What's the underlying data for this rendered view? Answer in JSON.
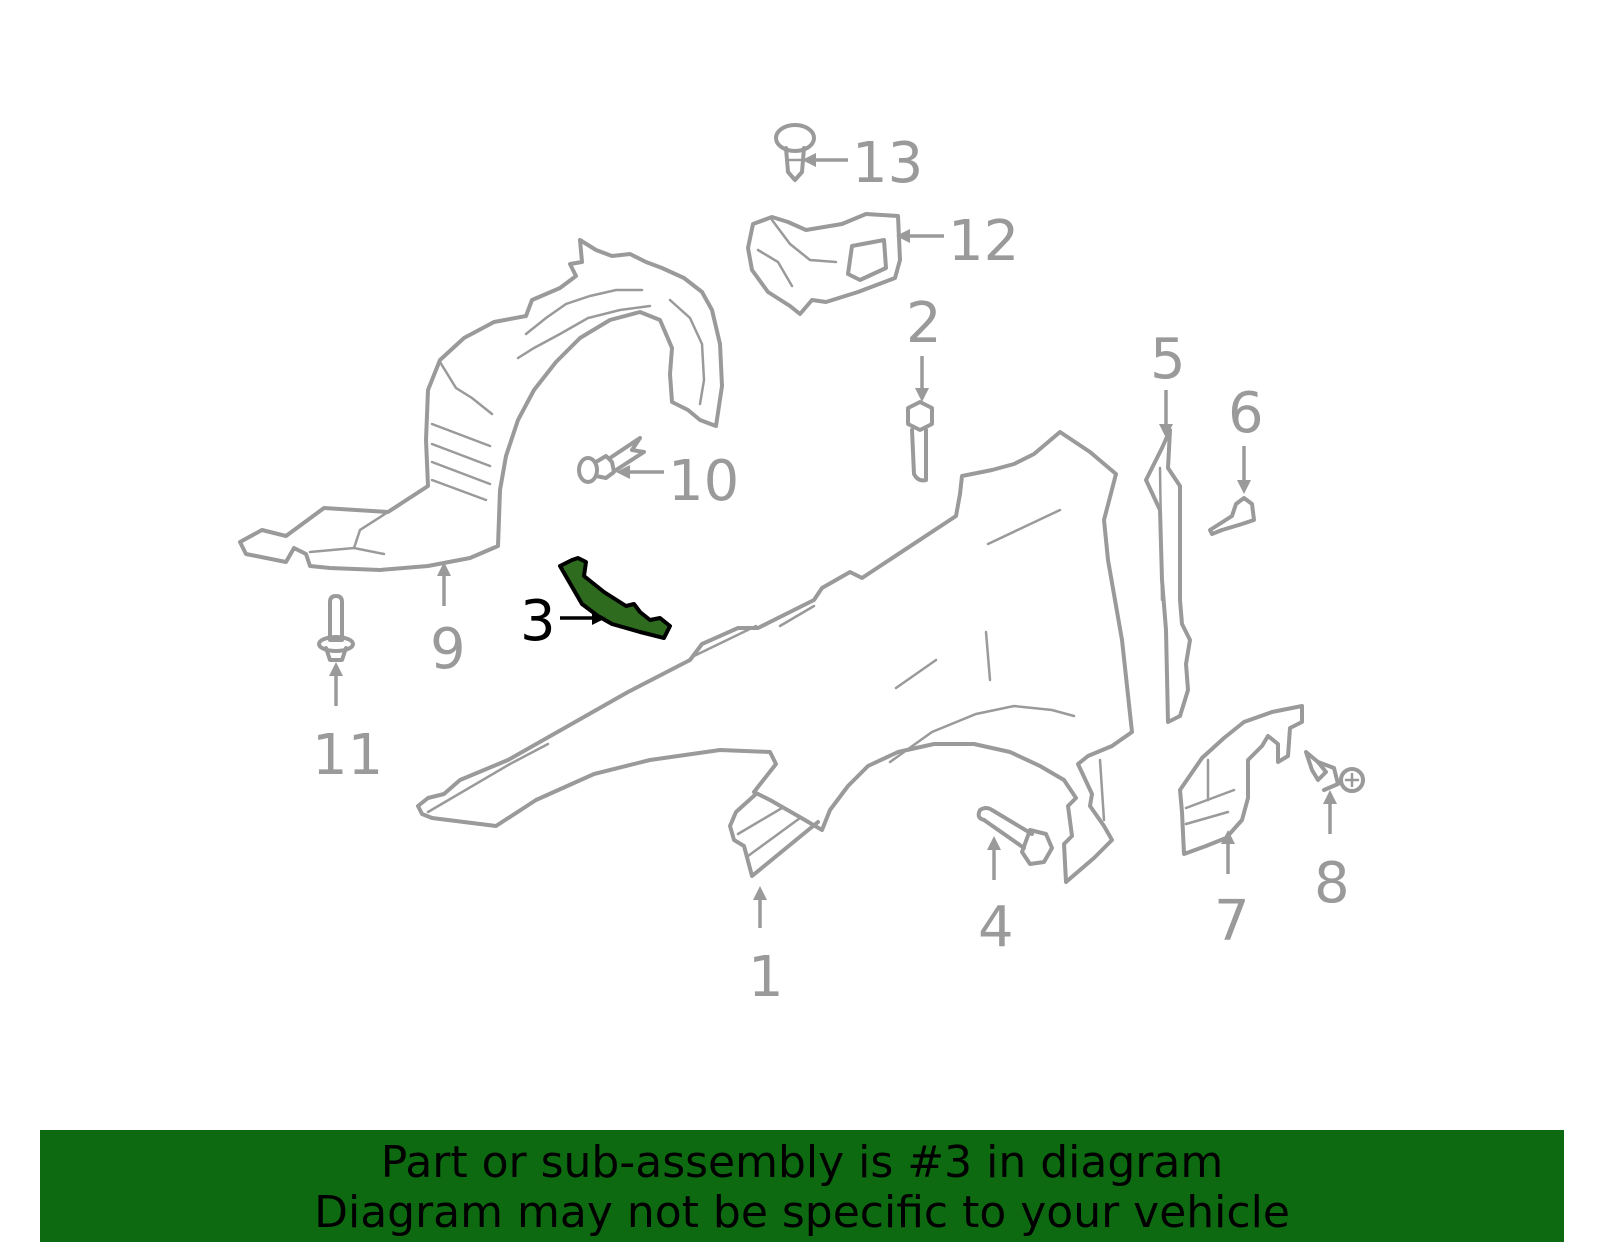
{
  "diagram": {
    "callouts": [
      {
        "id": "1",
        "label": "1"
      },
      {
        "id": "2",
        "label": "2"
      },
      {
        "id": "3",
        "label": "3",
        "highlighted": true
      },
      {
        "id": "4",
        "label": "4"
      },
      {
        "id": "5",
        "label": "5"
      },
      {
        "id": "6",
        "label": "6"
      },
      {
        "id": "7",
        "label": "7"
      },
      {
        "id": "8",
        "label": "8"
      },
      {
        "id": "9",
        "label": "9"
      },
      {
        "id": "10",
        "label": "10"
      },
      {
        "id": "11",
        "label": "11"
      },
      {
        "id": "12",
        "label": "12"
      },
      {
        "id": "13",
        "label": "13"
      }
    ],
    "colors": {
      "outline": "#9a9a9a",
      "highlight_fill": "#2e6b1f",
      "banner": "#0e6a10"
    }
  },
  "banner": {
    "line1": "Part or sub-assembly is #3 in diagram",
    "line2": "Diagram may not be specific to your vehicle"
  }
}
